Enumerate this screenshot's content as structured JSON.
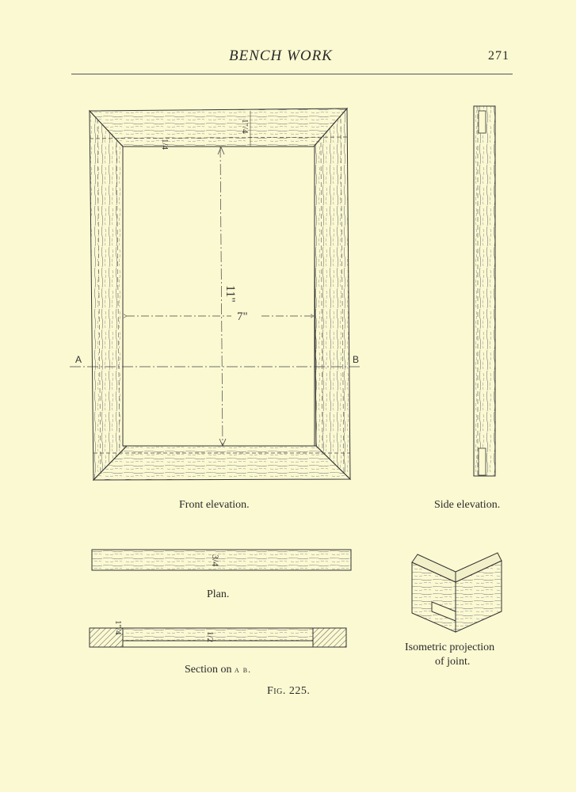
{
  "header": {
    "title": "BENCH WORK",
    "page_number": "271"
  },
  "figure": {
    "front_elevation": {
      "caption": "Front elevation.",
      "dimensions": {
        "height": "11\"",
        "width": "7\"",
        "rail_width": "1\"/4",
        "rail_inner": "1/4"
      },
      "section_markers": {
        "left": "A",
        "right": "B"
      }
    },
    "side_elevation": {
      "caption": "Side elevation."
    },
    "plan": {
      "caption": "Plan.",
      "dimension": "3/4"
    },
    "section": {
      "caption_prefix": "Section on",
      "caption_letters": "a b.",
      "dimension_left": "1\"/4",
      "dimension_mid": "1/2"
    },
    "isometric": {
      "caption_line1": "Isometric projection",
      "caption_line2": "of joint."
    },
    "label": "Fig. 225."
  }
}
